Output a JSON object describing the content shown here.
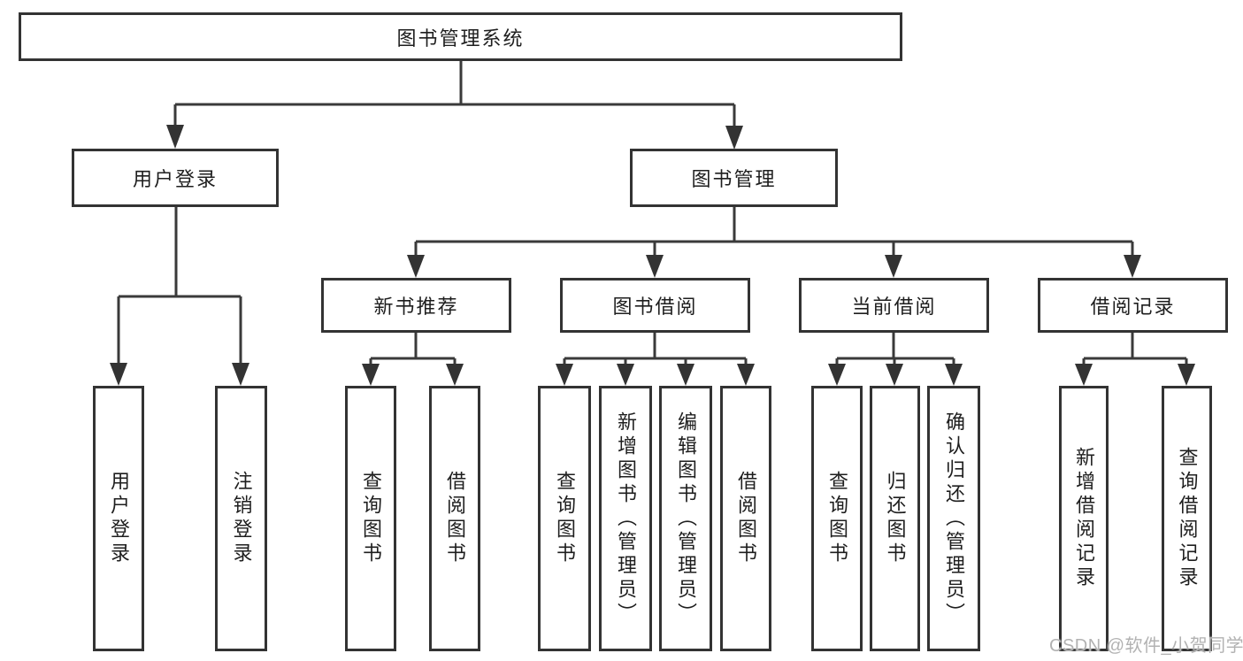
{
  "colors": {
    "background": "#ffffff",
    "line": "#3a3a3a",
    "box_border": "#333333",
    "text": "#1e1e1e",
    "watermark": "#b2b2b2"
  },
  "tree": {
    "root": {
      "label": "图书管理系统"
    },
    "branches": [
      {
        "label": "用户登录",
        "children": [
          {
            "label": "用户登录"
          },
          {
            "label": "注销登录"
          }
        ]
      },
      {
        "label": "图书管理",
        "children": [
          {
            "label": "新书推荐",
            "children": [
              {
                "label": "查询图书"
              },
              {
                "label": "借阅图书"
              }
            ]
          },
          {
            "label": "图书借阅",
            "children": [
              {
                "label": "查询图书"
              },
              {
                "label": "新增图书（管理员）"
              },
              {
                "label": "编辑图书（管理员）"
              },
              {
                "label": "借阅图书"
              }
            ]
          },
          {
            "label": "当前借阅",
            "children": [
              {
                "label": "查询图书"
              },
              {
                "label": "归还图书"
              },
              {
                "label": "确认归还（管理员）"
              }
            ]
          },
          {
            "label": "借阅记录",
            "children": [
              {
                "label": "新增借阅记录"
              },
              {
                "label": "查询借阅记录"
              }
            ]
          }
        ]
      }
    ]
  },
  "watermark": {
    "text": "CSDN @软件_小贺同学"
  }
}
